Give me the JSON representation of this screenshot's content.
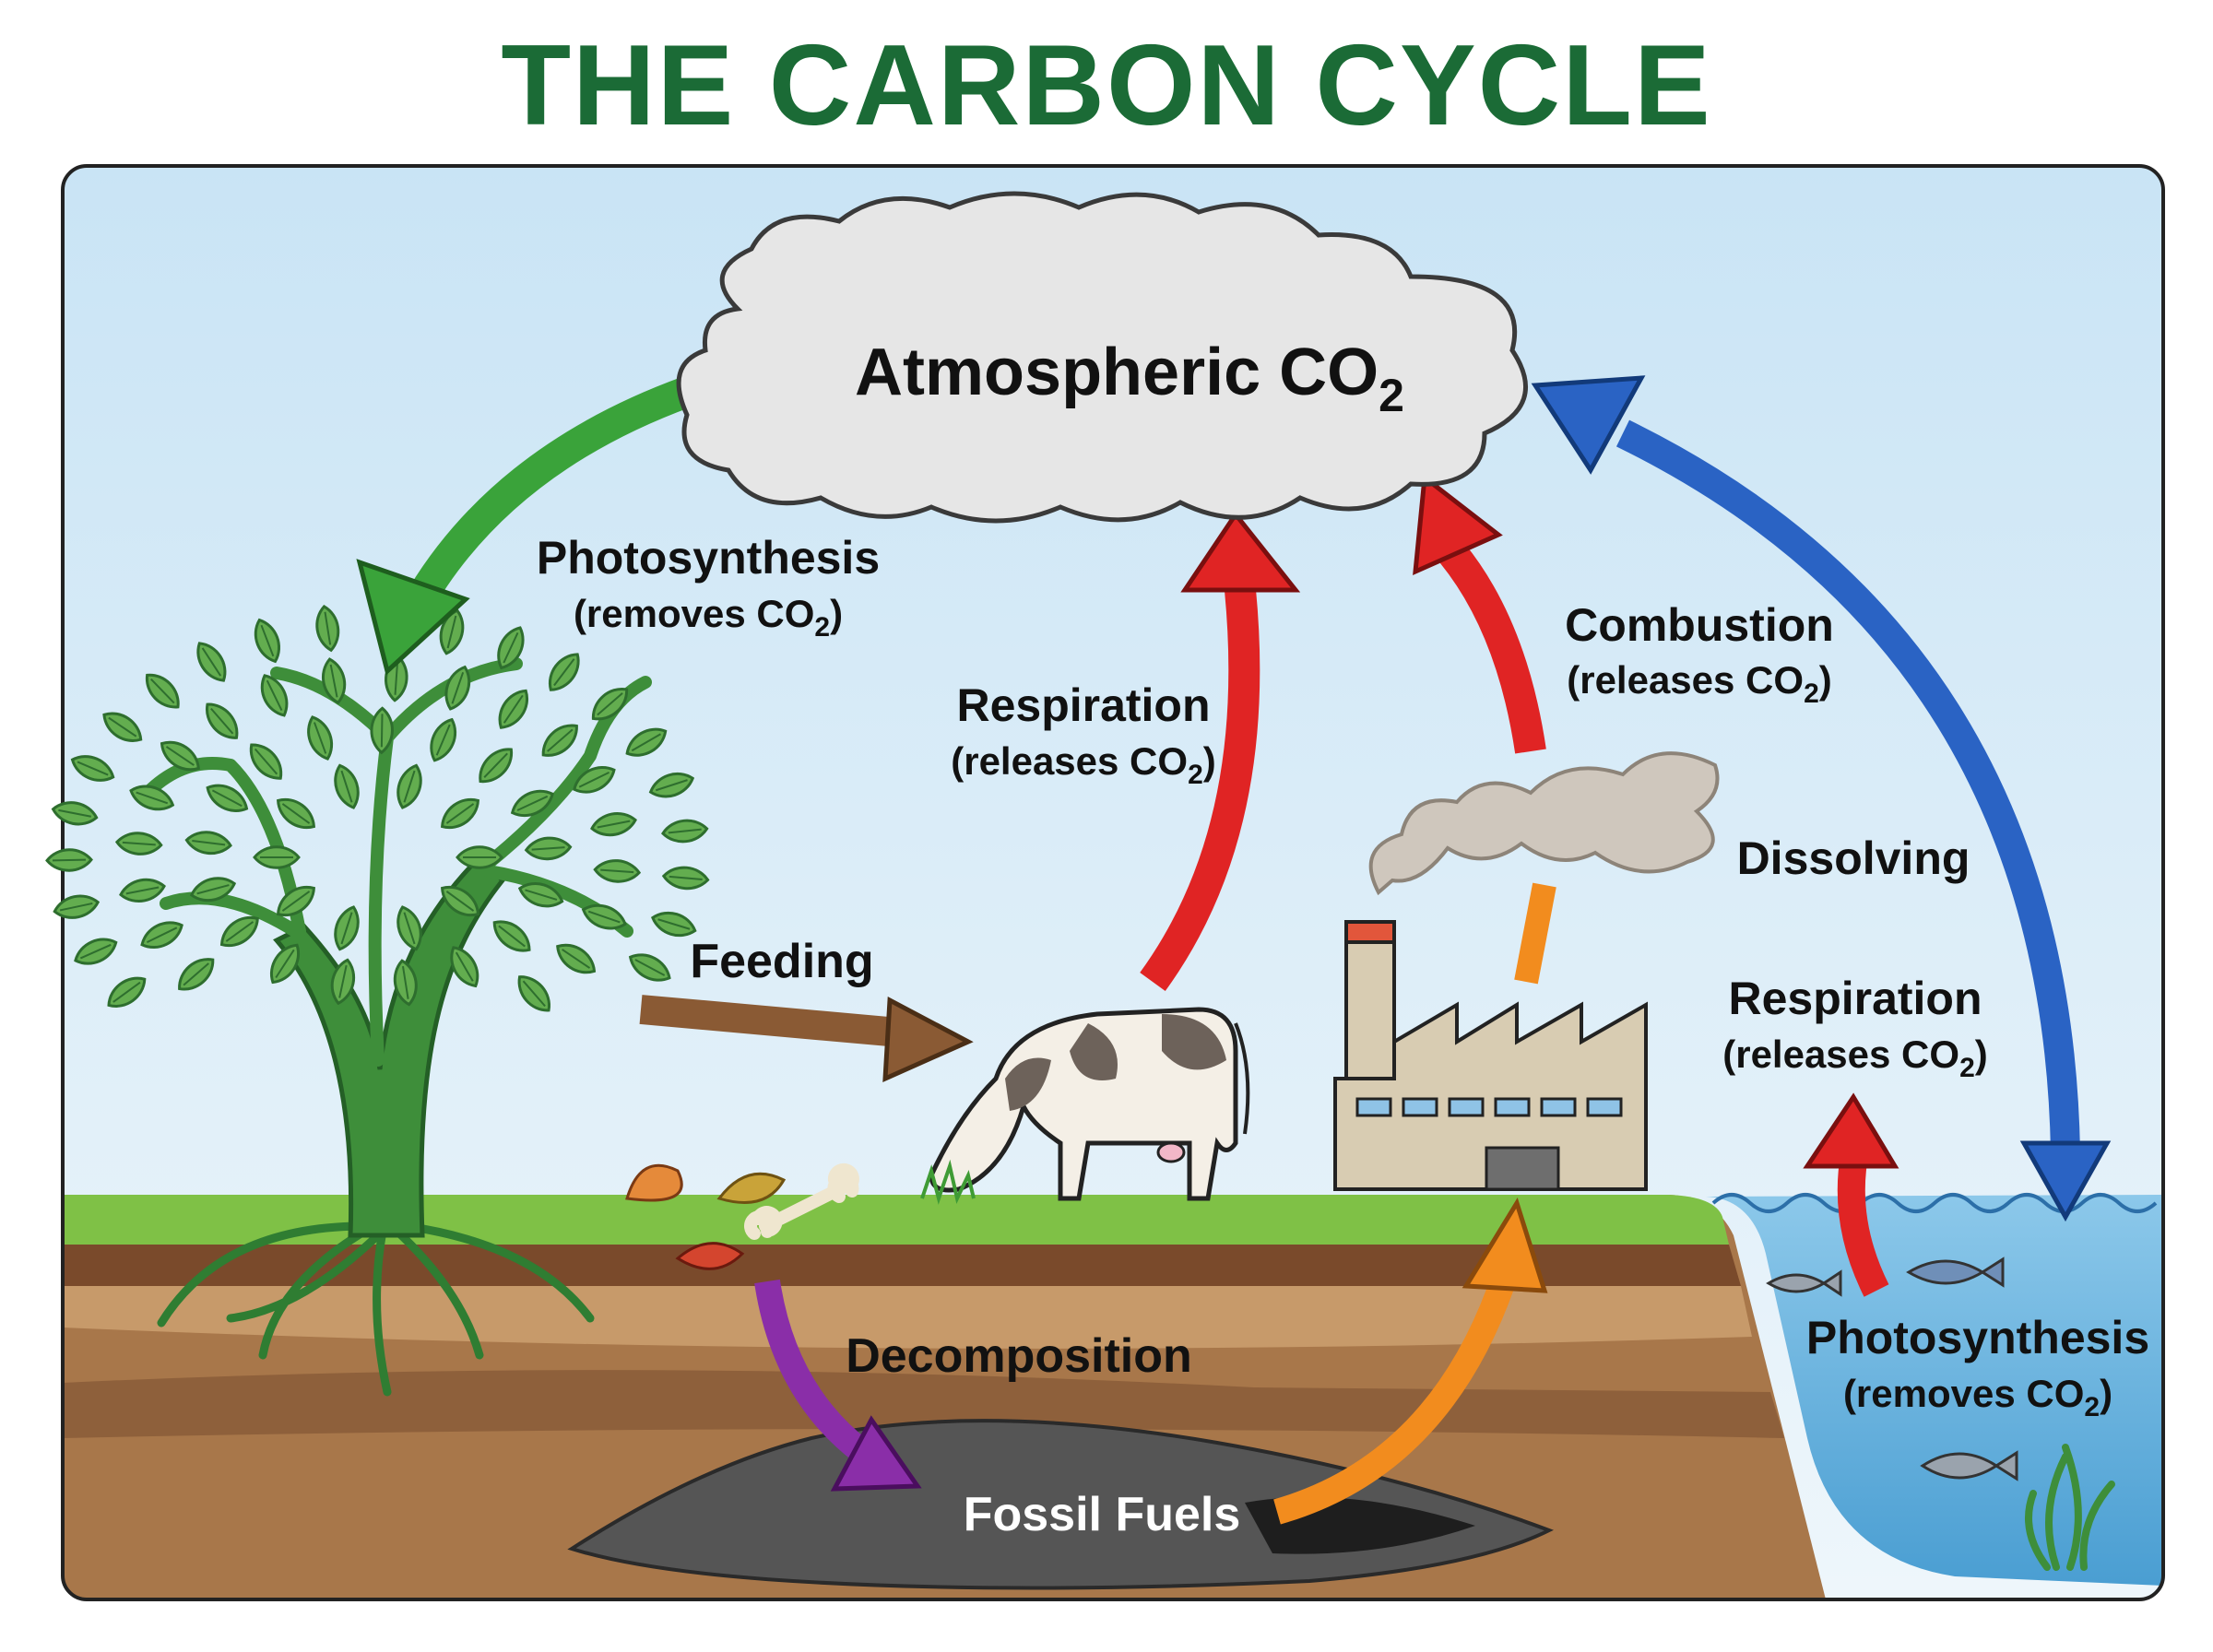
{
  "title": "THE CARBON CYCLE",
  "atmosphere": {
    "label": "Atmospheric CO",
    "sub": "2"
  },
  "processes": {
    "photosynthesis_land": {
      "name": "Photosynthesis",
      "detail_pre": "(removes CO",
      "detail_sub": "2",
      "detail_post": ")"
    },
    "respiration_animal": {
      "name": "Respiration",
      "detail_pre": "(releases CO",
      "detail_sub": "2",
      "detail_post": ")"
    },
    "combustion": {
      "name": "Combustion",
      "detail_pre": "(releases CO",
      "detail_sub": "2",
      "detail_post": ")"
    },
    "dissolving": {
      "name": "Dissolving"
    },
    "respiration_ocean": {
      "name": "Respiration",
      "detail_pre": "(releases CO",
      "detail_sub": "2",
      "detail_post": ")"
    },
    "photosynthesis_ocean": {
      "name": "Photosynthesis",
      "detail_pre": "(removes CO",
      "detail_sub": "2",
      "detail_post": ")"
    },
    "feeding": {
      "name": "Feeding"
    },
    "decomposition": {
      "name": "Decomposition"
    }
  },
  "fossil_fuels": {
    "label": "Fossil Fuels"
  },
  "colors": {
    "title": "#1b6b36",
    "photosynthesis_arrow": "#3aa33a",
    "release_arrow": "#e02424",
    "dissolving_arrow": "#2a63c4",
    "feeding_arrow": "#8a5a34",
    "decomposition_arrow": "#8a2ea8",
    "fossil_extraction_arrow": "#f28c1e"
  }
}
